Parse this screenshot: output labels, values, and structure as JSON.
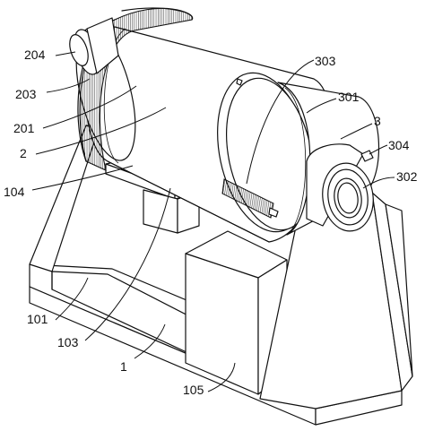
{
  "labels": {
    "l204": "204",
    "l203": "203",
    "l201": "201",
    "l2": "2",
    "l104": "104",
    "l101": "101",
    "l103": "103",
    "l1": "1",
    "l105": "105",
    "l303": "303",
    "l301": "301",
    "l3": "3",
    "l304": "304",
    "l302": "302"
  }
}
